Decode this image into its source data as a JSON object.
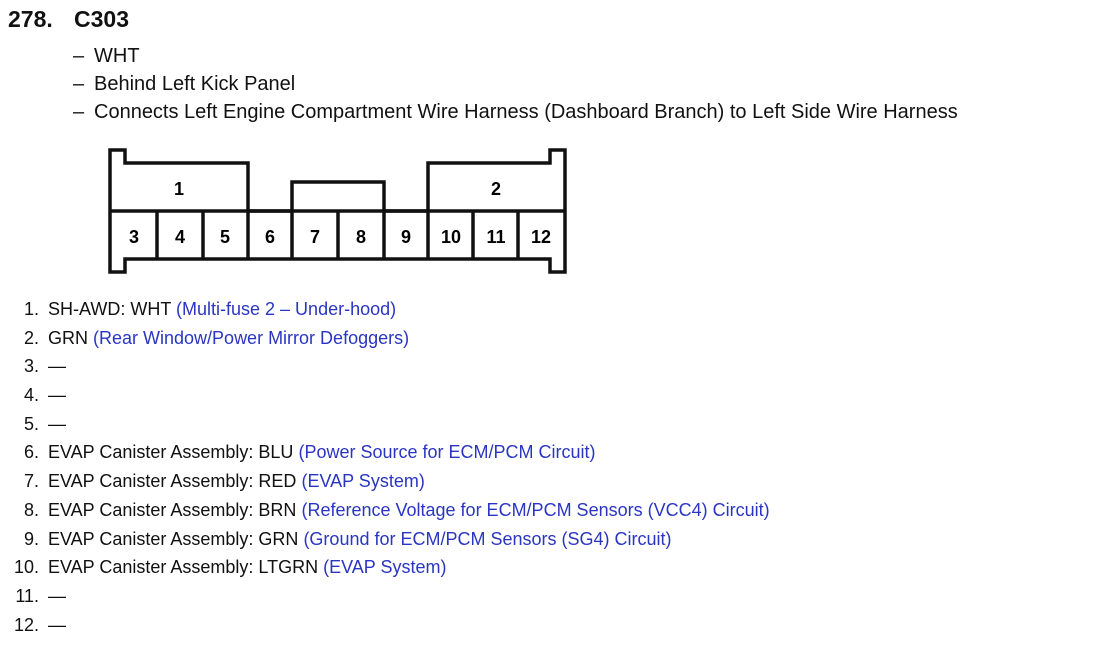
{
  "connector": {
    "number": "278.",
    "name": "C303",
    "details": [
      "WHT",
      "Behind Left Kick Panel",
      "Connects Left Engine Compartment Wire Harness (Dashboard Branch) to Left Side Wire Harness"
    ],
    "diagram": {
      "top_labels": [
        "1",
        "2"
      ],
      "bottom_labels": [
        "3",
        "4",
        "5",
        "6",
        "7",
        "8",
        "9",
        "10",
        "11",
        "12"
      ]
    }
  },
  "pins": [
    {
      "num": "1.",
      "desc": "SH-AWD: WHT",
      "circuit": "(Multi-fuse 2 – Under-hood)"
    },
    {
      "num": "2.",
      "desc": "GRN",
      "circuit": "(Rear Window/Power Mirror Defoggers)"
    },
    {
      "num": "3.",
      "desc": "—",
      "circuit": ""
    },
    {
      "num": "4.",
      "desc": "—",
      "circuit": ""
    },
    {
      "num": "5.",
      "desc": "—",
      "circuit": ""
    },
    {
      "num": "6.",
      "desc": "EVAP Canister Assembly: BLU",
      "circuit": "(Power Source for ECM/PCM Circuit)"
    },
    {
      "num": "7.",
      "desc": "EVAP Canister Assembly: RED",
      "circuit": "(EVAP System)"
    },
    {
      "num": "8.",
      "desc": "EVAP Canister Assembly: BRN",
      "circuit": "(Reference Voltage for ECM/PCM Sensors (VCC4) Circuit)"
    },
    {
      "num": "9.",
      "desc": "EVAP Canister Assembly: GRN",
      "circuit": "(Ground for ECM/PCM Sensors (SG4) Circuit)"
    },
    {
      "num": "10.",
      "desc": "EVAP Canister Assembly: LTGRN",
      "circuit": "(EVAP System)"
    },
    {
      "num": "11.",
      "desc": "—",
      "circuit": ""
    },
    {
      "num": "12.",
      "desc": "—",
      "circuit": ""
    }
  ]
}
